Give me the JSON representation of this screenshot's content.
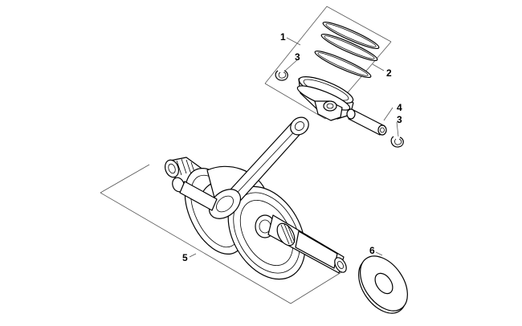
{
  "diagram": {
    "callouts": [
      {
        "id": "1",
        "text": "1"
      },
      {
        "id": "2",
        "text": "2"
      },
      {
        "id": "3a",
        "text": "3"
      },
      {
        "id": "4",
        "text": "4"
      },
      {
        "id": "3b",
        "text": "3"
      },
      {
        "id": "5",
        "text": "5"
      },
      {
        "id": "6",
        "text": "6"
      }
    ],
    "parts": {
      "piston_rings": "piston-rings",
      "piston": "piston",
      "circlip": "circlip",
      "wrist_pin": "wrist-pin",
      "connecting_rod": "connecting-rod",
      "crankshaft": "crankshaft",
      "thrust_washer": "thrust-washer"
    }
  }
}
